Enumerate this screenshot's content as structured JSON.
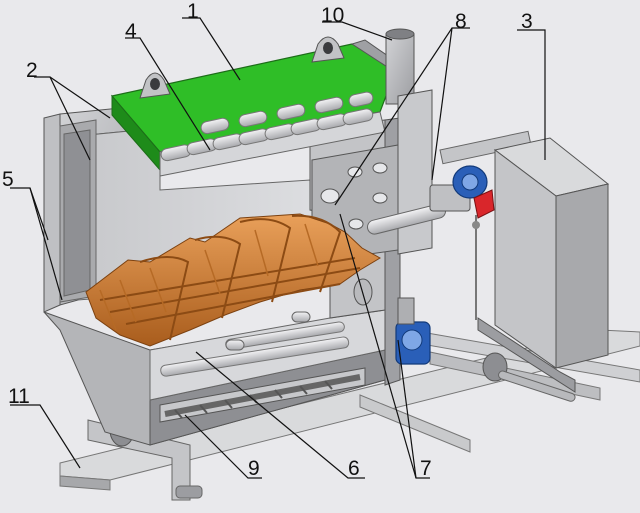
{
  "labels": [
    {
      "id": "1",
      "text": "1"
    },
    {
      "id": "2",
      "text": "2"
    },
    {
      "id": "3",
      "text": "3"
    },
    {
      "id": "4",
      "text": "4"
    },
    {
      "id": "5",
      "text": "5"
    },
    {
      "id": "6",
      "text": "6"
    },
    {
      "id": "7",
      "text": "7"
    },
    {
      "id": "8",
      "text": "8"
    },
    {
      "id": "9",
      "text": "9"
    },
    {
      "id": "10",
      "text": "10"
    },
    {
      "id": "11",
      "text": "11"
    }
  ],
  "colors": {
    "background": "#e9e9ec",
    "body_steel": "#b9babd",
    "cover_green": "#34c52a",
    "grate_orange": "#d9822f",
    "motor_blue": "#2a5fb8",
    "fan_red": "#d9262b"
  }
}
